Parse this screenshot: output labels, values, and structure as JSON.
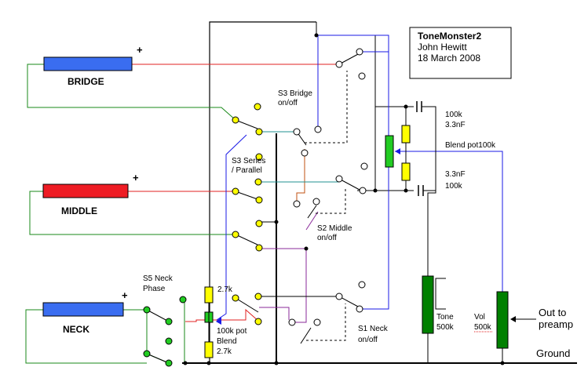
{
  "title_block": {
    "title": "ToneMonster2",
    "author": "John Hewitt",
    "date": "18 March 2008"
  },
  "pickups": {
    "bridge": {
      "label": "BRIDGE",
      "color": "#3a6df0"
    },
    "middle": {
      "label": "MIDDLE",
      "color": "#ee1c24"
    },
    "neck": {
      "label": "NECK",
      "color": "#3a6df0"
    },
    "polarity": "+"
  },
  "switches": {
    "s3_bridge": "S3 Bridge on/off",
    "s3_series": "S3 Series / Parallel",
    "s2_middle": "S2 Middle on/off",
    "s1_neck": "S1 Neck on/off",
    "s5_neck_phase": "S5 Neck Phase"
  },
  "components": {
    "r_top": "100k",
    "c_top": "3.3nF",
    "blend_pot": "Blend pot100k",
    "c_bottom": "3.3nF",
    "r_bottom": "100k",
    "r_2_7k_top": "2.7k",
    "pot_100k": "100k pot",
    "blend": "Blend",
    "r_2_7k_bottom": "2.7k",
    "tone_name": "Tone",
    "tone_value": "500k",
    "vol_name": "Vol",
    "vol_value": "500k"
  },
  "output": {
    "line1": "Out to",
    "line2": "preamp",
    "ground": "Ground"
  },
  "colors": {
    "bridge_pickup": "#3a6df0",
    "middle_pickup": "#ee1c24",
    "neck_pickup": "#3a6df0",
    "terminal_yellow": "#ffff00",
    "terminal_green": "#22cc22",
    "pot_green": "#008000",
    "wire_red": "#e02020",
    "wire_blue": "#1a1ae6",
    "wire_green": "#1a8a1a",
    "wire_purple": "#8a2a9a",
    "wire_teal": "#209090",
    "wire_orange": "#c05010"
  }
}
